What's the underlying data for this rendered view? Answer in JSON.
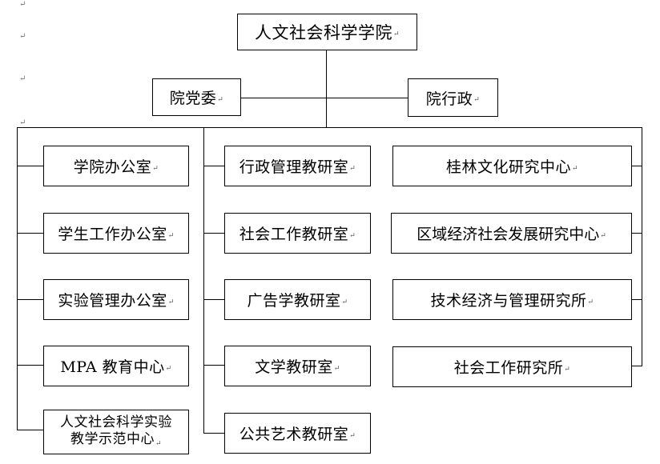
{
  "root": "人文社会科学学院",
  "party": "院党委",
  "admin": "院行政",
  "return_mark": "↵",
  "left_column": [
    "学院办公室",
    "学生工作办公室",
    "实验管理办公室",
    "MPA 教育中心"
  ],
  "left_column_last": {
    "line1": "人文社会科学实验",
    "line2": "教学示范中心"
  },
  "middle_column": [
    "行政管理教研室",
    "社会工作教研室",
    "广告学教研室",
    "文学教研室",
    "公共艺术教研室"
  ],
  "right_column": [
    "桂林文化研究中心",
    "区域经济社会发展研究中心",
    "技术经济与管理研究所",
    "社会工作研究所"
  ]
}
